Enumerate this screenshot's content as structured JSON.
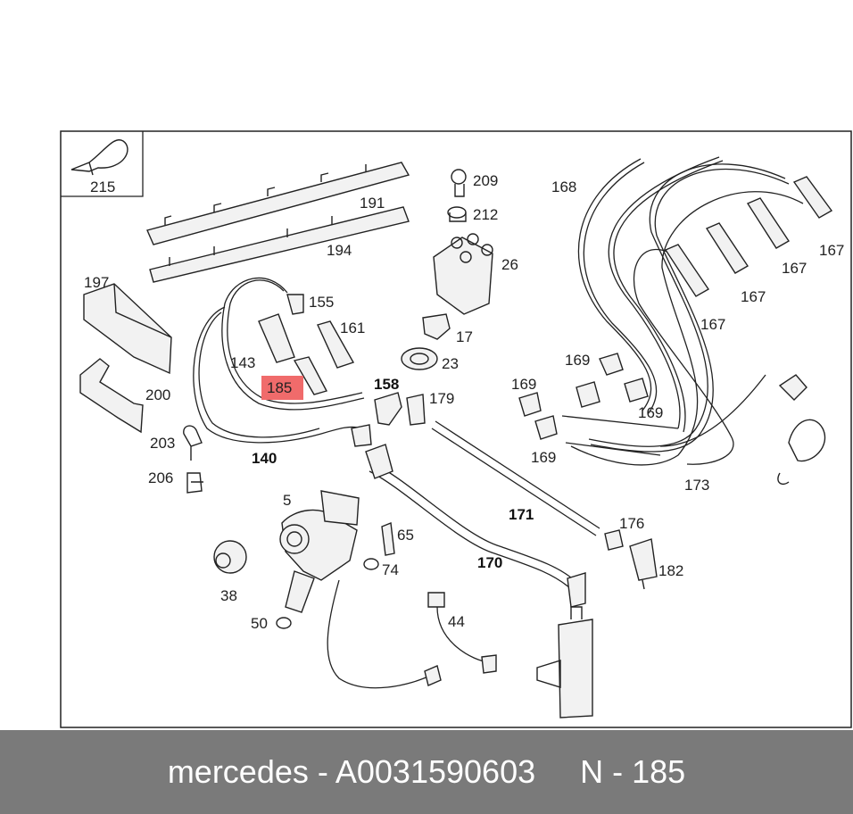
{
  "diagram": {
    "callouts": {
      "c215": "215",
      "c191": "191",
      "c194": "194",
      "c197": "197",
      "c200": "200",
      "c203": "203",
      "c206": "206",
      "c143": "143",
      "c185": "185",
      "c155": "155",
      "c161": "161",
      "c140": "140",
      "c158": "158",
      "c179": "179",
      "c209": "209",
      "c212": "212",
      "c26": "26",
      "c17": "17",
      "c23": "23",
      "c168": "168",
      "c167a": "167",
      "c167b": "167",
      "c167c": "167",
      "c167d": "167",
      "c169a": "169",
      "c169b": "169",
      "c169c": "169",
      "c169d": "169",
      "c173": "173",
      "c171": "171",
      "c176": "176",
      "c182": "182",
      "c170": "170",
      "c5": "5",
      "c65": "65",
      "c74": "74",
      "c38": "38",
      "c50": "50",
      "c44": "44"
    },
    "highlighted_callout": "185",
    "highlight_color": "#f06b6b"
  },
  "footer": {
    "text": "mercedes - A0031590603     N - 185"
  }
}
